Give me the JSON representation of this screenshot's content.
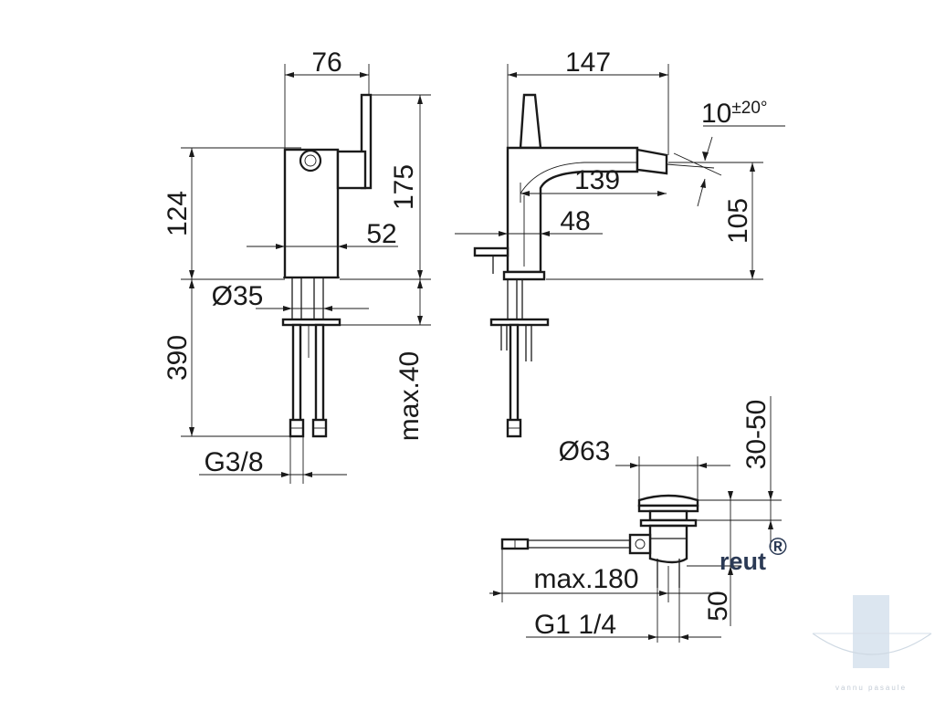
{
  "dimensions": {
    "d76": "76",
    "d175": "175",
    "d124": "124",
    "d52": "52",
    "d35": "Ø35",
    "d390": "390",
    "max40": "max.40",
    "g38": "G3/8",
    "d147": "147",
    "angle_base": "10",
    "angle_tol": "±20°",
    "d139": "139",
    "d48": "48",
    "d105": "105",
    "d63": "Ø63",
    "d30_50": "30-50",
    "max180": "max.180",
    "d50": "50",
    "g114": "G1 1/4"
  },
  "brand": {
    "name": "reut",
    "mark": "®"
  },
  "watermark": {
    "text": "vannu pasaule"
  },
  "colors": {
    "line": "#1a1a1a",
    "brand": "#2b3a55",
    "watermark": "#d6e2ee"
  }
}
